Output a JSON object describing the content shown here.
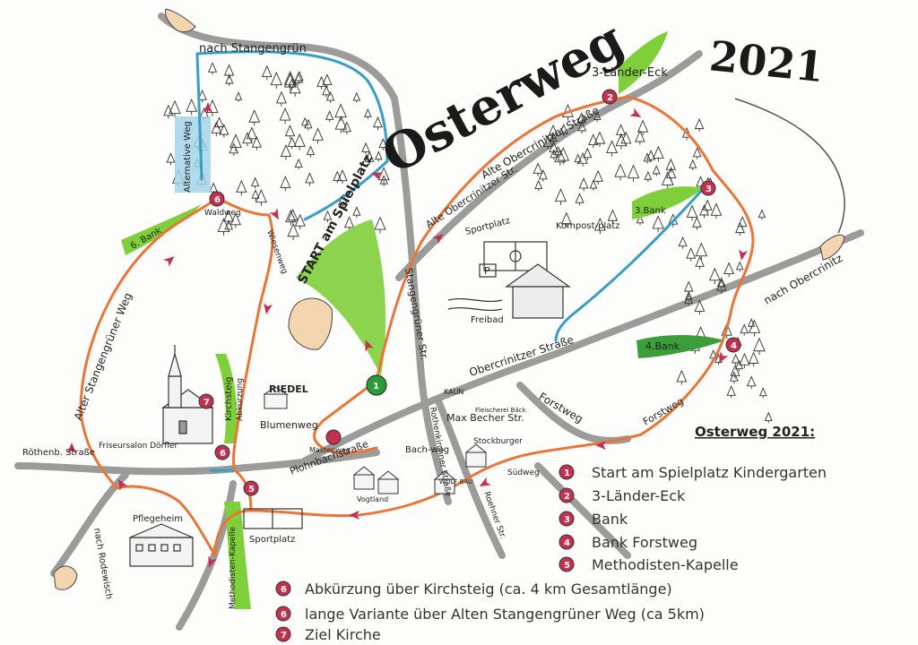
{
  "title": "Osterweg",
  "year": "2021",
  "legend_heading": "Osterweg 2021:",
  "legend": [
    {
      "num": "1",
      "text": "Start am Spielplatz Kindergarten"
    },
    {
      "num": "2",
      "text": "3-Länder-Eck"
    },
    {
      "num": "3",
      "text": "Bank"
    },
    {
      "num": "4",
      "text": "Bank Forstweg"
    },
    {
      "num": "5",
      "text": "Methodisten-Kapelle"
    },
    {
      "num": "6",
      "text": "Abkürzung über Kirchsteig (ca. 4 km Gesamtlänge)"
    },
    {
      "num": "6",
      "text": "lange Variante über Alten Stangengrüner Weg (ca 5km)"
    },
    {
      "num": "7",
      "text": "Ziel Kirche"
    }
  ],
  "labels": {
    "nach_stangengruen": "nach Stangengrün",
    "drei_laender_eck": "3-Länder-Eck",
    "alte_obercrinitzer": "Alte Obercrinitzer Straße",
    "alte_obercrinitzer_str": "Alte Obercrinitzer Str.",
    "start": "START am Spielplatz",
    "sportplatz": "Sportplatz",
    "kompostplatz": "Kompost-platz",
    "freibad": "Freibad",
    "parking": "P",
    "bank3": "3.Bank",
    "nach_obercrinitz": "nach Obercrinitz",
    "bank4": "4.Bank",
    "obercrinitzer_strasse": "Obercrinitzer Straße",
    "forstweg": "Forstweg",
    "forstweg2": "Forstweg",
    "stangengruener_str": "Stangengrüner Str.",
    "alternative_weg": "Alternative Weg",
    "bank6": "6. Bank",
    "alter_stangengruener_weg": "Alter Stangengrüner Weg",
    "waldweg": "Waldweg",
    "wiesenweg": "Wiesenweg",
    "riedel": "RIEDEL",
    "kirchsteig": "Kirchsteig",
    "abkuerzung": "Abkürzung",
    "blumenweg": "Blumenweg",
    "plohnbachstr": "Plohnbachstraße",
    "max_becher": "Max Becher Str.",
    "bach_weg": "Bach-weg",
    "rothenkirchner": "Rothenkirchner Straße",
    "stockburger": "Stockburger",
    "suedweg": "Südweg",
    "roehner": "Roehner Str.",
    "friseur": "Friseursalon Dörfler",
    "rothenb_strasse": "Röthenb. Straße",
    "nach_rodewisch": "nach Rodewisch",
    "pflegeheim": "Pflegeheim",
    "sportplatz2": "Sportplatz",
    "methodisten": "Methodisten-Kapelle",
    "vogtland": "Vogtland",
    "kaun": "KAUN",
    "fleischerei": "Fleischerei Bäck",
    "wolf_bau": "WOLF BAU",
    "mastenweg": "Mastenweg"
  },
  "colors": {
    "route": "#e8763a",
    "alt_route": "#3a9ec4",
    "road": "#8a8a8a",
    "green": "#7fcf3a",
    "marker": "#c4304f",
    "tree": "#333333"
  }
}
